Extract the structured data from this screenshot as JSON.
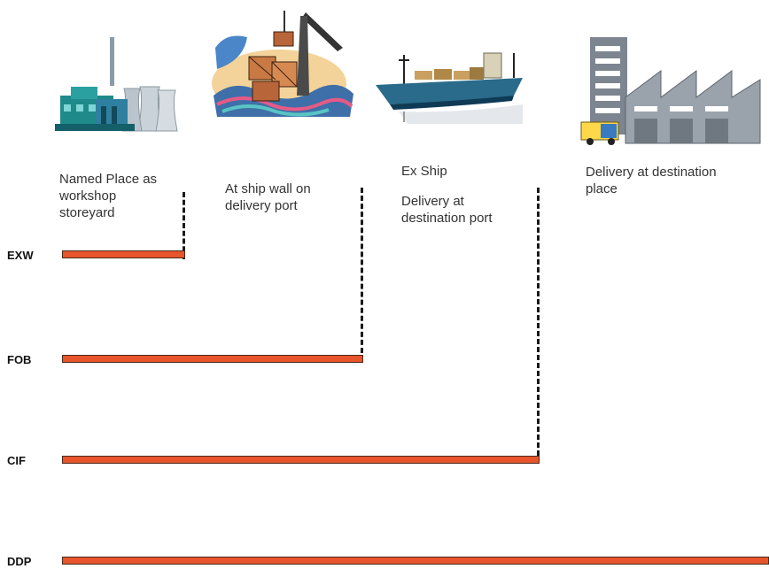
{
  "captions": {
    "workshop": [
      "Named Place as",
      "workshop",
      "storeyard"
    ],
    "ship_wall": [
      "At ship wall on",
      "delivery port"
    ],
    "ex_ship": "Ex Ship",
    "dest_port": [
      "Delivery at",
      "destination port"
    ],
    "dest_place": [
      "Delivery at destination",
      "place"
    ]
  },
  "terms": [
    "EXW",
    "FOB",
    "CIF",
    "DDP"
  ],
  "colors": {
    "bar": "#e8542b",
    "bar_border": "#4a2a1a",
    "dash": "#1a1a1a"
  },
  "illustrations": [
    "factory-icon",
    "crane-icon",
    "cargo-ship-icon",
    "warehouse-icon"
  ]
}
